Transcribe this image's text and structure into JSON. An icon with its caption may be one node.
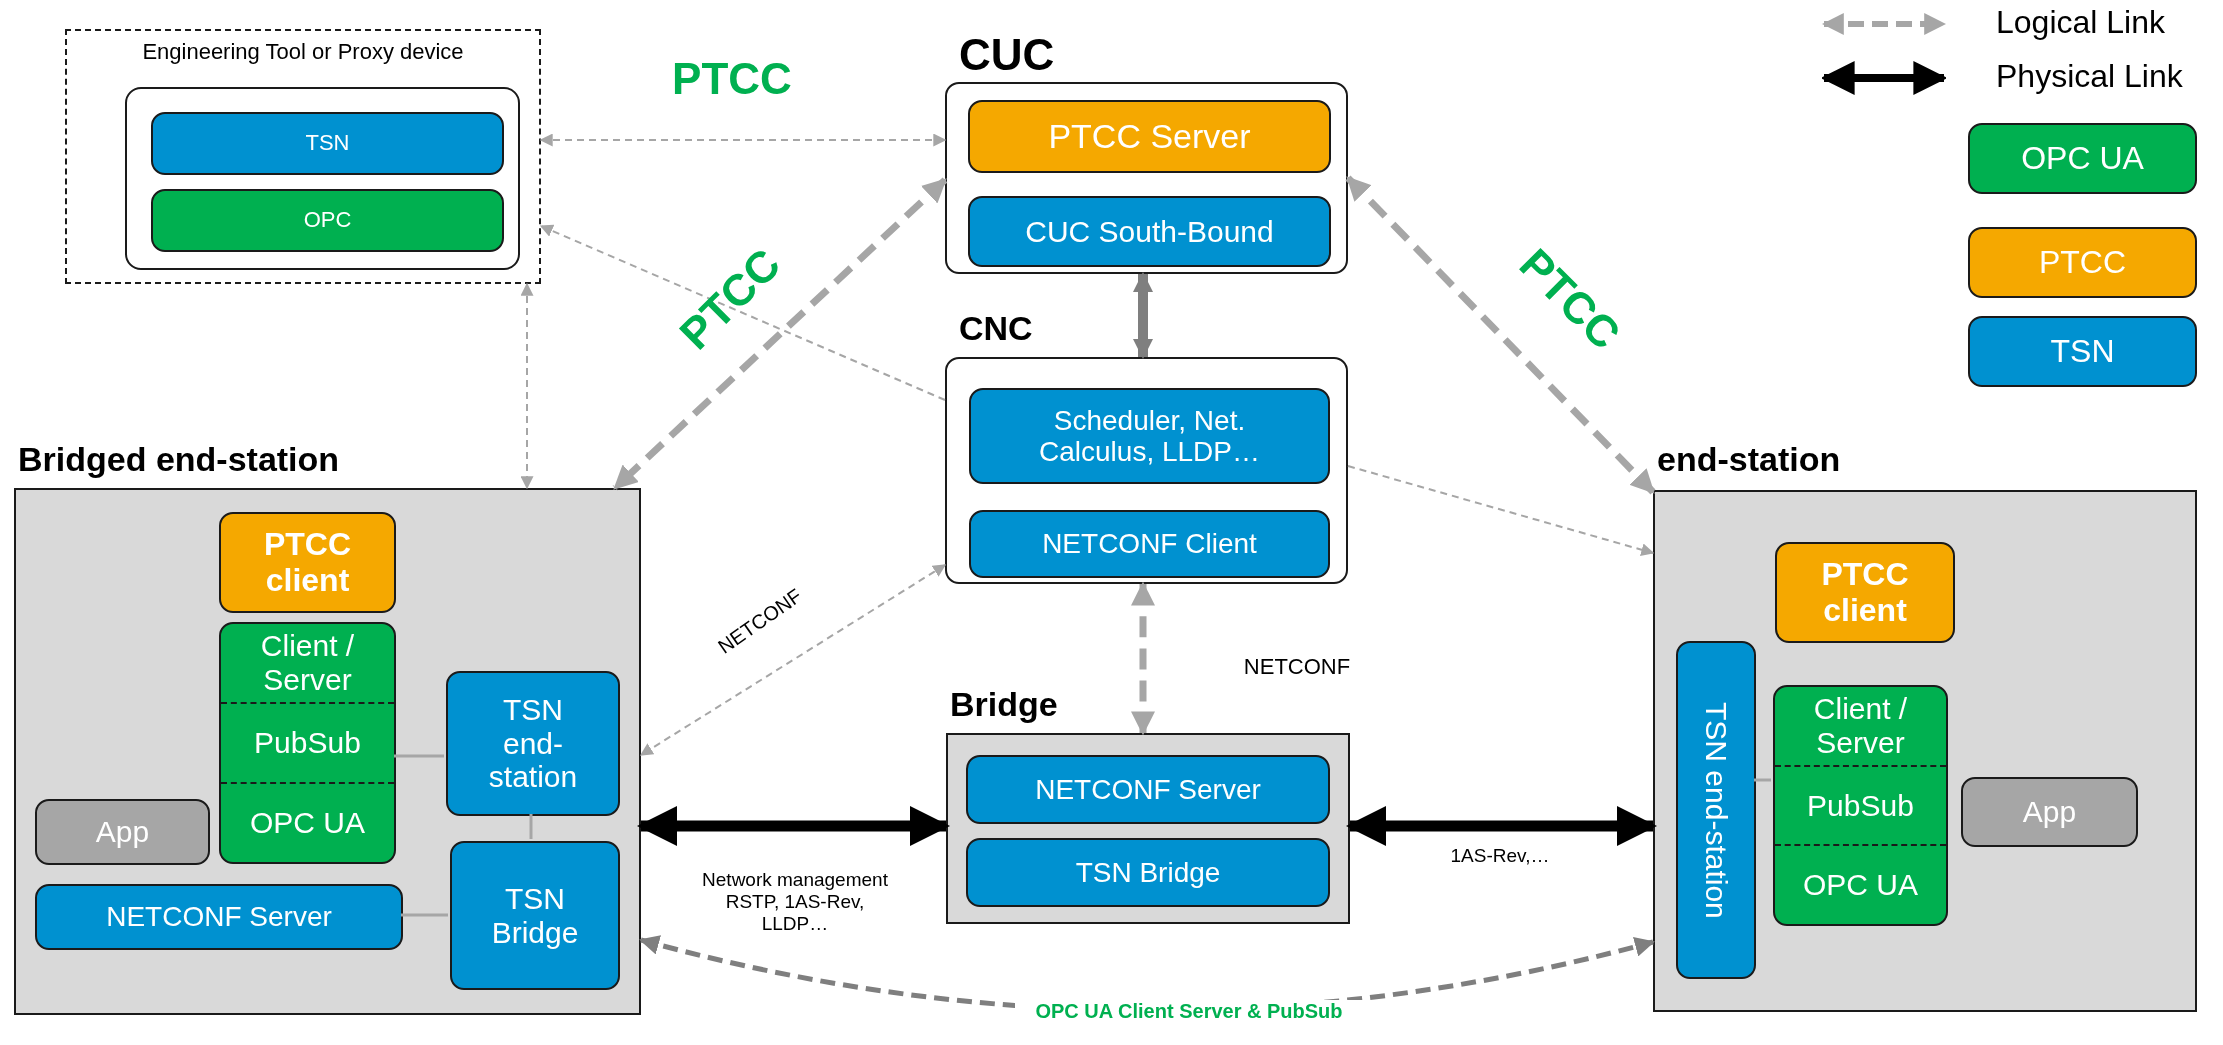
{
  "diagram": {
    "nodes": [
      {
        "text": [
          "Engineering Tool or Proxy device"
        ]
      },
      {
        "text": [],
        "shape": "box",
        "in": 0
      },
      {
        "text": [
          "TSN"
        ],
        "in": 1
      },
      {
        "text": [
          "OPC"
        ],
        "in": 1
      },
      {
        "text": [
          "CUC"
        ]
      },
      {
        "text": [
          "PTCC Server"
        ],
        "in": 4
      },
      {
        "text": [
          "CUC South-Bound"
        ],
        "in": 4
      },
      {
        "text": [
          "CNC"
        ]
      },
      {
        "text": [
          "Scheduler, Net. Calculus, LLDP…"
        ],
        "in": 7
      },
      {
        "text": [
          "NETCONF Client"
        ],
        "in": 7
      },
      {
        "text": [
          "Bridged end-station"
        ]
      },
      {
        "text": [
          "PTCC client"
        ],
        "in": 10
      },
      {
        "text": [
          "Client / Server",
          "PubSub",
          "OPC UA"
        ],
        "in": 10
      },
      {
        "text": [
          "TSN end-station"
        ],
        "in": 10
      },
      {
        "text": [
          "App"
        ],
        "in": 10
      },
      {
        "text": [
          "NETCONF Server"
        ],
        "in": 10
      },
      {
        "text": [
          "TSN Bridge"
        ],
        "in": 10
      },
      {
        "text": [
          "Bridge"
        ]
      },
      {
        "text": [
          "NETCONF Server"
        ],
        "in": 17
      },
      {
        "text": [
          "TSN Bridge"
        ],
        "in": 17
      },
      {
        "text": [
          "end-station"
        ]
      },
      {
        "text": [
          "PTCC client"
        ],
        "in": 20
      },
      {
        "text": [
          "TSN end-station"
        ],
        "in": 20
      },
      {
        "text": [
          "Client / Server",
          "PubSub",
          "OPC UA"
        ],
        "in": 20
      },
      {
        "text": [
          "App"
        ],
        "in": 20
      }
    ],
    "edges": [
      {
        "from": 0,
        "to": 4,
        "arrow": "both",
        "style": "dashed",
        "label": "PTCC"
      },
      {
        "from": 7,
        "to": 0,
        "arrow": "to",
        "style": "dashed"
      },
      {
        "from": 0,
        "to": 10,
        "arrow": "both",
        "style": "dashed"
      },
      {
        "from": 4,
        "to": 10,
        "arrow": "both",
        "style": "dashed",
        "label": "PTCC"
      },
      {
        "from": 4,
        "to": 20,
        "arrow": "both",
        "style": "dashed",
        "label": "PTCC"
      },
      {
        "from": 4,
        "to": 7,
        "arrow": "both",
        "style": "thick",
        "color": "#7f7f7f"
      },
      {
        "from": 7,
        "to": 20,
        "arrow": "to",
        "style": "dashed"
      },
      {
        "from": 7,
        "to": 10,
        "arrow": "both",
        "style": "dashed",
        "label": "NETCONF"
      },
      {
        "from": 7,
        "to": 17,
        "arrow": "both",
        "style": "dashed",
        "label": "NETCONF"
      },
      {
        "from": 10,
        "to": 17,
        "arrow": "both",
        "style": "thick",
        "color": "#000000",
        "label": "Network management RSTP, 1AS-Rev, LLDP…"
      },
      {
        "from": 17,
        "to": 20,
        "arrow": "both",
        "style": "thick",
        "color": "#000000",
        "label": "1AS-Rev,…"
      },
      {
        "from": 10,
        "to": 20,
        "arrow": "both",
        "style": "dashed",
        "color": "#7f7f7f",
        "label": "OPC UA Client Server & PubSub"
      },
      {
        "from": 12,
        "to": 13,
        "arrow": "none"
      },
      {
        "from": 13,
        "to": 16,
        "arrow": "none"
      },
      {
        "from": 15,
        "to": 16,
        "arrow": "none"
      },
      {
        "from": 22,
        "to": 23,
        "arrow": "none"
      }
    ],
    "legend": [
      {
        "text": "Logical Link"
      },
      {
        "text": "Physical Link"
      },
      {
        "text": "OPC UA",
        "color": "#00b050"
      },
      {
        "text": "PTCC",
        "color": "#f5a800"
      },
      {
        "text": "TSN",
        "color": "#0091d0"
      }
    ]
  }
}
